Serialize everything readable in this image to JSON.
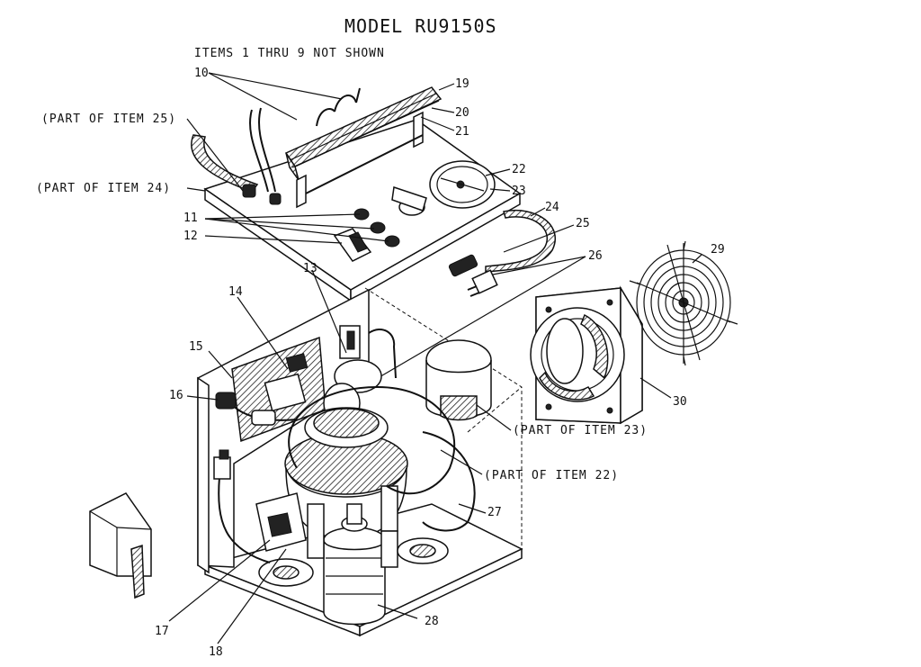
{
  "title": "MODEL RU9150S",
  "note": "ITEMS 1 THRU 9 NOT SHOWN",
  "part_labels": {
    "p25": "(PART OF ITEM 25)",
    "p24": "(PART OF ITEM 24)",
    "p23": "(PART OF ITEM 23)",
    "p22": "(PART OF ITEM 22)"
  },
  "item_numbers": {
    "n10": "10",
    "n11": "11",
    "n12": "12",
    "n13": "13",
    "n14": "14",
    "n15": "15",
    "n16": "16",
    "n17": "17",
    "n18": "18",
    "n19": "19",
    "n20": "20",
    "n21": "21",
    "n22": "22",
    "n23": "23",
    "n24": "24",
    "n25": "25",
    "n26": "26",
    "n27": "27",
    "n28": "28",
    "n29": "29",
    "n30": "30"
  }
}
